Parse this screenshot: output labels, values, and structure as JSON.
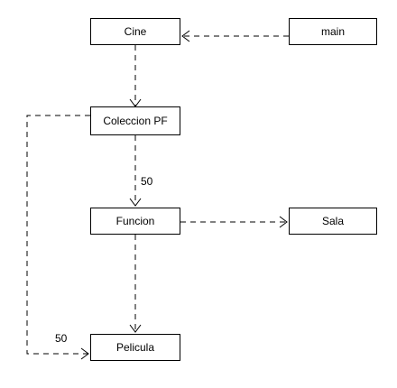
{
  "nodes": {
    "cine": "Cine",
    "main": "main",
    "coleccion": "Coleccion PF",
    "funcion": "Funcion",
    "sala": "Sala",
    "pelicula": "Pelicula"
  },
  "edges": [
    {
      "from": "main",
      "to": "cine",
      "label": ""
    },
    {
      "from": "cine",
      "to": "coleccion",
      "label": ""
    },
    {
      "from": "coleccion",
      "to": "funcion",
      "label": "50"
    },
    {
      "from": "funcion",
      "to": "sala",
      "label": ""
    },
    {
      "from": "funcion",
      "to": "pelicula",
      "label": ""
    },
    {
      "from": "coleccion",
      "to": "pelicula",
      "label": "50"
    }
  ],
  "style": {
    "line_color": "#000000",
    "line_style": "dashed"
  }
}
